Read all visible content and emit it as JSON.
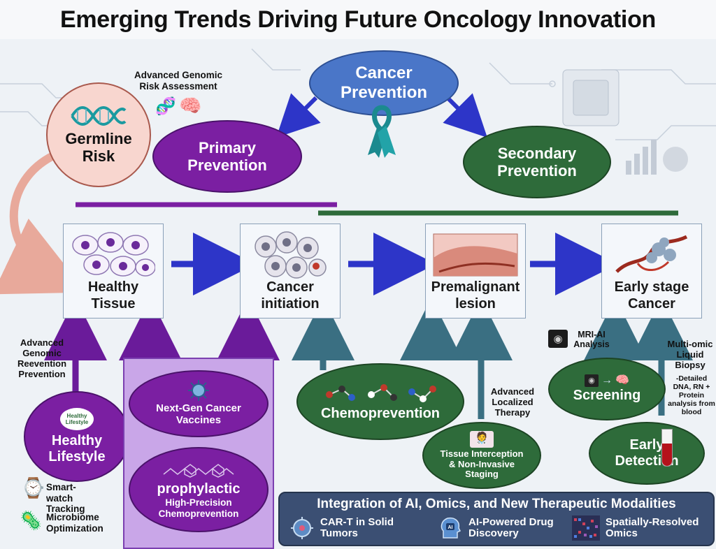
{
  "title": "Emerging Trends Driving Future Oncology Innovation",
  "top": {
    "cancer_prevention": "Cancer Prevention",
    "primary_prevention": "Primary Prevention",
    "secondary_prevention": "Secondary Prevention",
    "germline_risk": "Germline Risk",
    "genomic_risk": "Advanced Genomic Risk Assessment"
  },
  "stages": [
    {
      "label": "Healthy Tissue"
    },
    {
      "label": "Cancer initiation"
    },
    {
      "label": "Premalignant lesion"
    },
    {
      "label": "Early stage Cancer"
    }
  ],
  "left": {
    "genomic_prevention": "Advanced Genomic Reevention Prevention",
    "healthy_lifestyle": "Healthy Lifestyle",
    "lifestyle_badge": "Healthy Lifestyle",
    "smartwatch": "Smart-watch Tracking",
    "microbiome": "Microbiome Optimization"
  },
  "vaccines": {
    "next_gen": "Next-Gen Cancer Vaccines",
    "prophylactic_title": "prophylactic",
    "prophylactic_sub": "High-Precision Chemoprevention"
  },
  "middle": {
    "chemoprevention": "Chemoprevention",
    "advanced_localized": "Advanced Localized Therapy",
    "tissue_interception": "Tissue Interception & Non-Invasive Staging"
  },
  "right": {
    "mri_ai": "MRI-AI Analysis",
    "screening": "Screening",
    "multi_omic": "Multi-omic Liquid Biopsy",
    "multi_omic_detail": "-Detailed DNA, RN + Protein analysis from blood",
    "early_detection": "Early Detection"
  },
  "bottom": {
    "heading": "Integration of AI, Omics, and New Therapeutic Modalities",
    "items": [
      {
        "label": "CAR-T in Solid Tumors",
        "icon": "car-t-cell-icon"
      },
      {
        "label": "AI-Powered Drug Discovery",
        "icon": "ai-head-icon"
      },
      {
        "label": "Spatially-Resolved Omics",
        "icon": "spatial-omics-icon"
      }
    ]
  },
  "colors": {
    "primary_purple": "#7b1fa2",
    "secondary_green": "#2e6b3a",
    "prevention_blue": "#4a76c8",
    "flow_arrow": "#2d35c8",
    "bottom_panel": "#3b4f73"
  }
}
